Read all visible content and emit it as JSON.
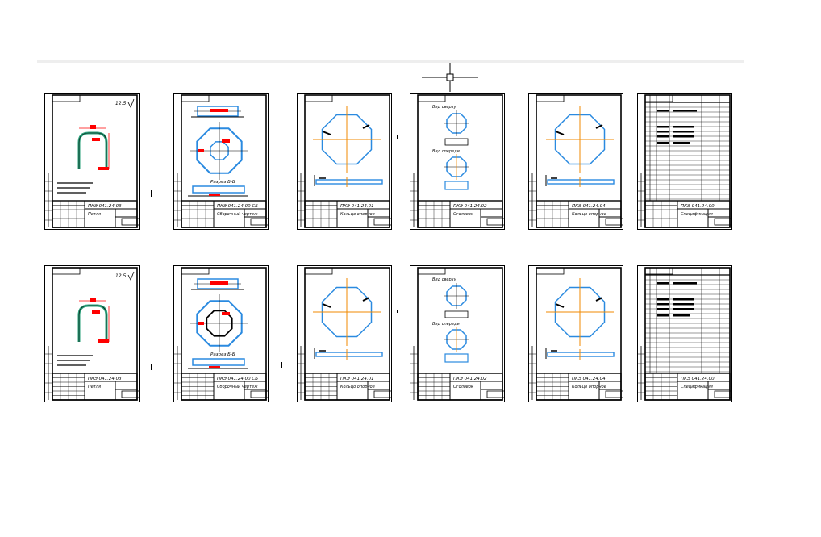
{
  "cursor": {
    "name": "crosshair-cursor"
  },
  "rows": [
    {
      "sheets": [
        {
          "kind": "part",
          "stamp": "ПКЭ 041.24.03",
          "title": "Петля",
          "cap": "12.5"
        },
        {
          "kind": "assembly",
          "stamp": "ПКЭ 041.24.00 СБ",
          "title": "Сборочный чертеж",
          "section": "Разрез Б-Б"
        },
        {
          "kind": "ring",
          "stamp": "ПКЭ 041.24.01",
          "title": "Кольцо опорное"
        },
        {
          "kind": "views",
          "stamp": "ПКЭ 041.24.02",
          "title": "Оголовок",
          "view1": "Вид сверху",
          "view2": "Вид спереди"
        },
        {
          "kind": "ring2",
          "stamp": "ПКЭ 041.24.04",
          "title": "Кольцо опорное"
        },
        {
          "kind": "spec",
          "stamp": "ПКЭ 041.24.00",
          "title": "Спецификация"
        }
      ]
    },
    {
      "sheets": [
        {
          "kind": "part",
          "stamp": "ПКЭ 041.24.03",
          "title": "Петля",
          "cap": "12.5"
        },
        {
          "kind": "assembly",
          "stamp": "ПКЭ 041.24.00 СБ",
          "title": "Сборочный чертеж",
          "section": "Разрез Б-Б"
        },
        {
          "kind": "ring",
          "stamp": "ПКЭ 041.24.01",
          "title": "Кольцо опорное"
        },
        {
          "kind": "views",
          "stamp": "ПКЭ 041.24.02",
          "title": "Оголовок",
          "view1": "Вид сверху",
          "view2": "Вид спереди"
        },
        {
          "kind": "ring2",
          "stamp": "ПКЭ 041.24.04",
          "title": "Кольцо опорное"
        },
        {
          "kind": "spec",
          "stamp": "ПКЭ 041.24.00",
          "title": "Спецификация"
        }
      ]
    }
  ],
  "colors": {
    "blue": "#2a8ae0",
    "orange": "#f08a00",
    "red": "#ff0000",
    "frame": "#000000"
  }
}
